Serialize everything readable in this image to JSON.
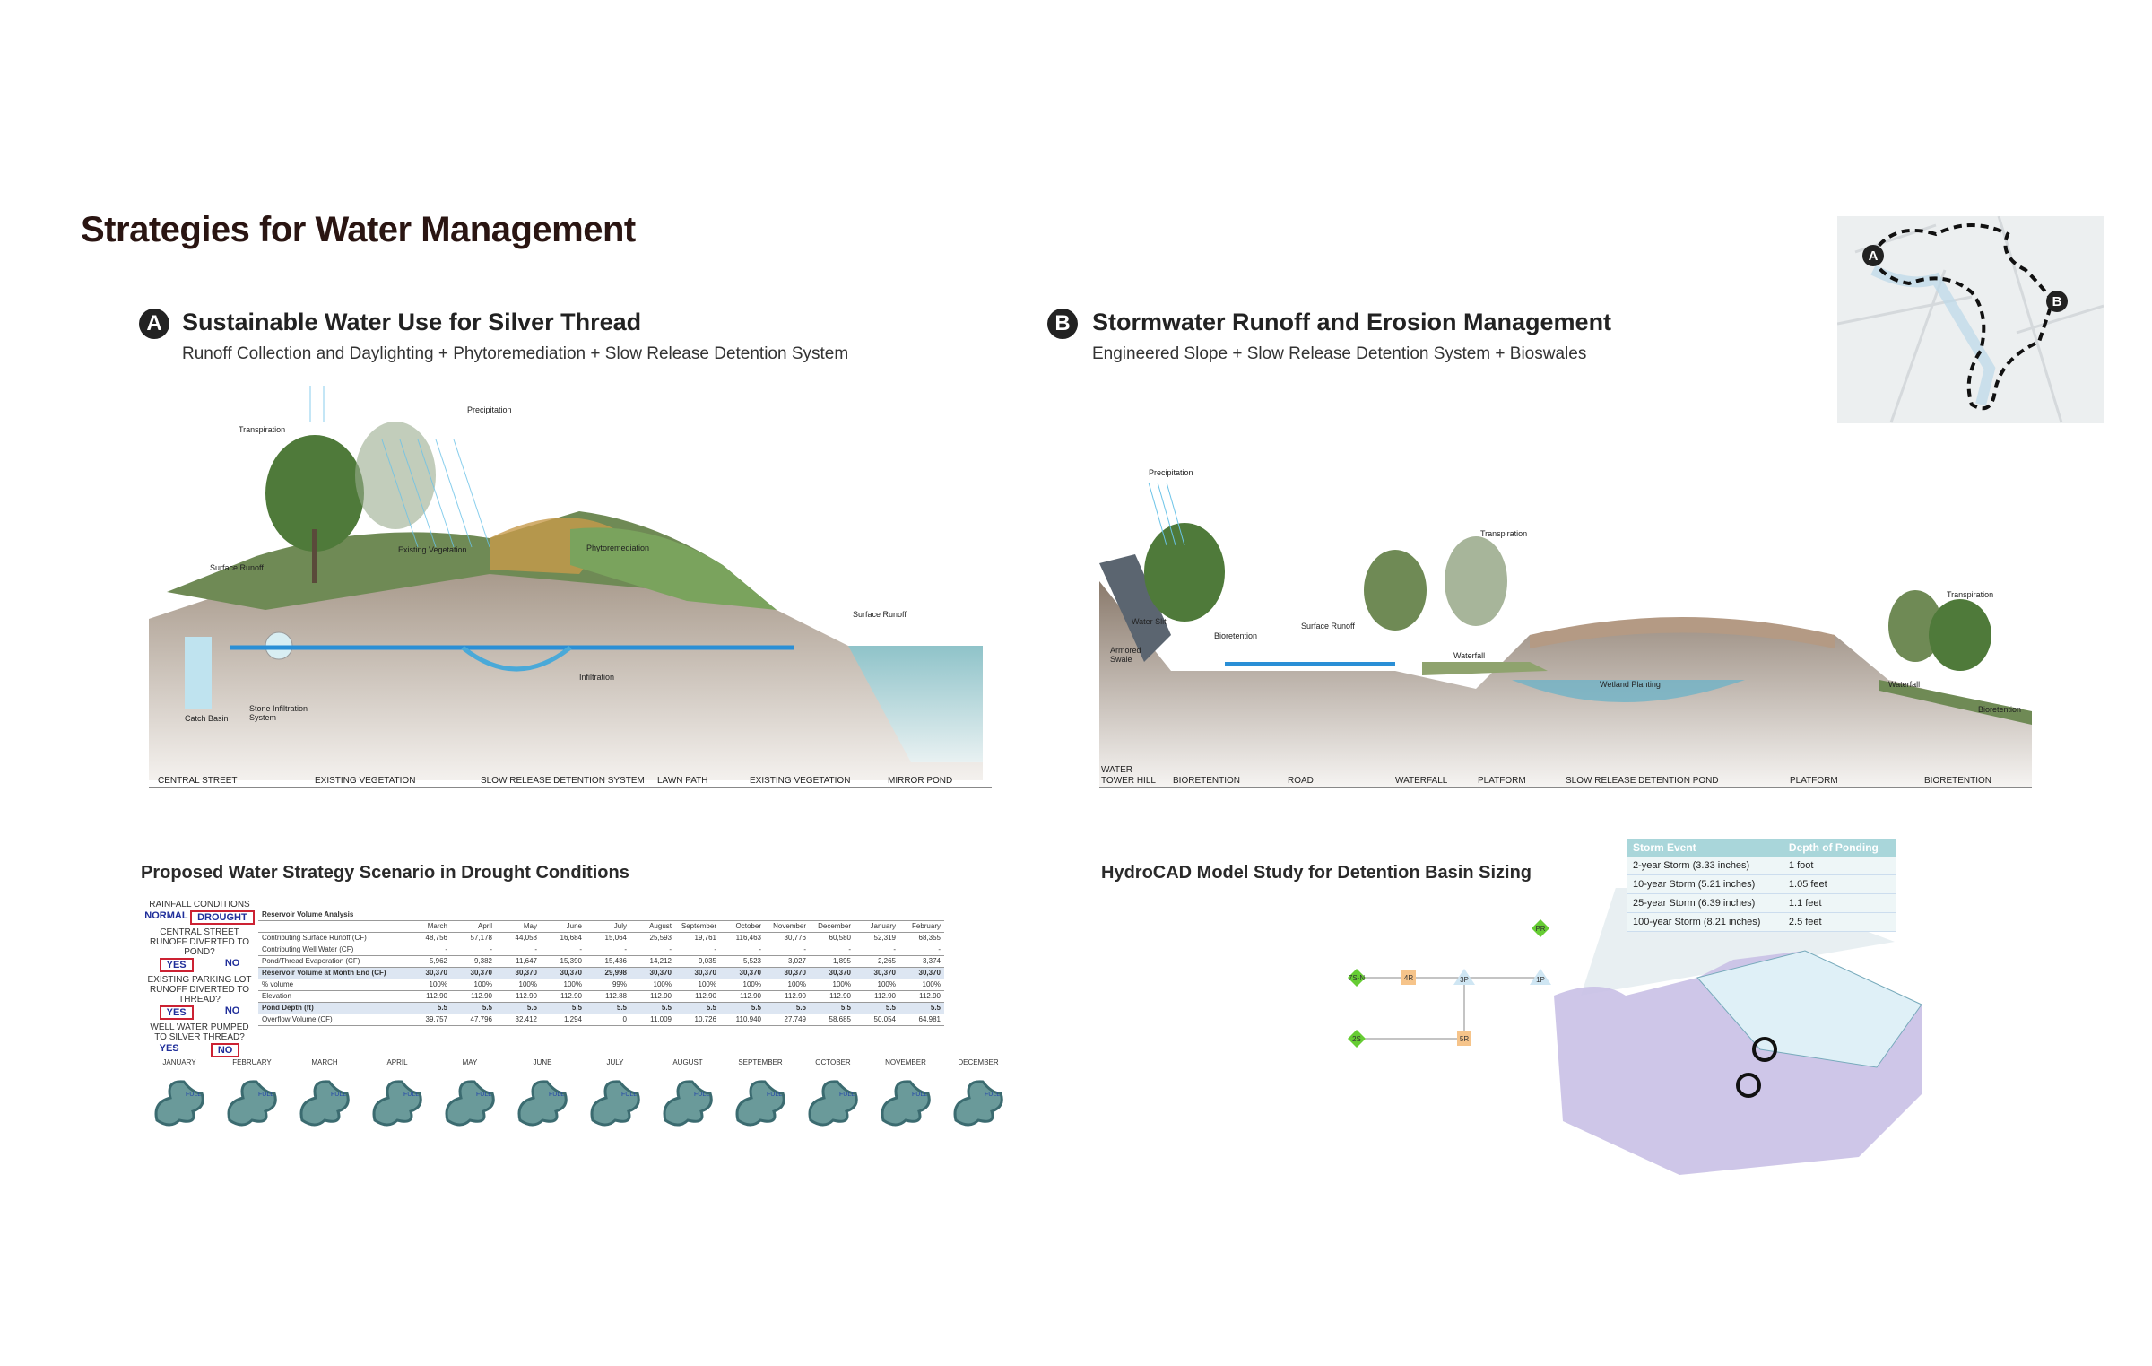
{
  "title": "Strategies for Water Management",
  "section_a": {
    "badge": "A",
    "heading": "Sustainable Water Use for Silver Thread",
    "subtitle": "Runoff Collection and Daylighting + Phytoremediation + Slow Release Detention System",
    "annotations": [
      "Transpiration",
      "Precipitation",
      "Existing Vegetation",
      "Phytoremediation",
      "Surface Runoff",
      "Surface Runoff",
      "Infiltration",
      "Catch Basin",
      "Stone Infiltration System"
    ],
    "section_labels": [
      "CENTRAL STREET",
      "EXISTING VEGETATION",
      "SLOW RELEASE DETENTION SYSTEM",
      "LAWN PATH",
      "EXISTING VEGETATION",
      "MIRROR POND"
    ]
  },
  "section_b": {
    "badge": "B",
    "heading": "Stormwater Runoff and Erosion Management",
    "subtitle": "Engineered Slope + Slow Release Detention System + Bioswales",
    "annotations": [
      "Precipitation",
      "Transpiration",
      "Transpiration",
      "Surface Runoff",
      "Bioretention",
      "Water Slit",
      "Armored Swale",
      "Waterfall",
      "Wetland Planting",
      "Waterfall",
      "Bioretention"
    ],
    "section_labels": [
      "WATER TOWER HILL",
      "BIORETENTION",
      "ROAD",
      "WATERFALL",
      "PLATFORM",
      "SLOW RELEASE DETENTION POND",
      "PLATFORM",
      "BIORETENTION"
    ]
  },
  "map": {
    "markers": [
      "A",
      "B"
    ]
  },
  "drought": {
    "heading": "Proposed Water Strategy Scenario in Drought Conditions",
    "questions": [
      {
        "q": "RAINFALL CONDITIONS",
        "a": "NORMAL",
        "b": "DROUGHT",
        "sel": "b"
      },
      {
        "q": "CENTRAL STREET RUNOFF DIVERTED TO POND?",
        "a": "YES",
        "b": "NO",
        "sel": "a"
      },
      {
        "q": "EXISTING PARKING LOT RUNOFF DIVERTED TO THREAD?",
        "a": "YES",
        "b": "NO",
        "sel": "a"
      },
      {
        "q": "WELL WATER PUMPED TO SILVER THREAD?",
        "a": "YES",
        "b": "NO",
        "sel": "b"
      }
    ],
    "table": {
      "title": "Reservoir Volume Analysis",
      "columns": [
        "March",
        "April",
        "May",
        "June",
        "July",
        "August",
        "September",
        "October",
        "November",
        "December",
        "January",
        "February"
      ],
      "rows": [
        {
          "label": "Contributing Surface Runoff (CF)",
          "values": [
            "48,756",
            "57,178",
            "44,058",
            "16,684",
            "15,064",
            "25,593",
            "19,761",
            "116,463",
            "30,776",
            "60,580",
            "52,319",
            "68,355"
          ]
        },
        {
          "label": "Contributing Well Water (CF)",
          "values": [
            "-",
            "-",
            "-",
            "-",
            "-",
            "-",
            "-",
            "-",
            "-",
            "-",
            "-",
            "-"
          ]
        },
        {
          "label": "Pond/Thread Evaporation (CF)",
          "values": [
            "5,962",
            "9,382",
            "11,647",
            "15,390",
            "15,436",
            "14,212",
            "9,035",
            "5,523",
            "3,027",
            "1,895",
            "2,265",
            "3,374"
          ]
        },
        {
          "label": "Reservoir Volume at Month End (CF)",
          "values": [
            "30,370",
            "30,370",
            "30,370",
            "30,370",
            "29,998",
            "30,370",
            "30,370",
            "30,370",
            "30,370",
            "30,370",
            "30,370",
            "30,370"
          ],
          "hl": true
        },
        {
          "label": "% volume",
          "values": [
            "100%",
            "100%",
            "100%",
            "100%",
            "99%",
            "100%",
            "100%",
            "100%",
            "100%",
            "100%",
            "100%",
            "100%"
          ]
        },
        {
          "label": "Elevation",
          "values": [
            "112.90",
            "112.90",
            "112.90",
            "112.90",
            "112.88",
            "112.90",
            "112.90",
            "112.90",
            "112.90",
            "112.90",
            "112.90",
            "112.90"
          ]
        },
        {
          "label": "Pond Depth (ft)",
          "values": [
            "5.5",
            "5.5",
            "5.5",
            "5.5",
            "5.5",
            "5.5",
            "5.5",
            "5.5",
            "5.5",
            "5.5",
            "5.5",
            "5.5"
          ],
          "hl": true
        },
        {
          "label": "Overflow Volume (CF)",
          "values": [
            "39,757",
            "47,796",
            "32,412",
            "1,294",
            "0",
            "11,009",
            "10,726",
            "110,940",
            "27,749",
            "58,685",
            "50,054",
            "64,981"
          ]
        }
      ]
    },
    "months": [
      "JANUARY",
      "FEBRUARY",
      "MARCH",
      "APRIL",
      "MAY",
      "JUNE",
      "JULY",
      "AUGUST",
      "SEPTEMBER",
      "OCTOBER",
      "NOVEMBER",
      "DECEMBER"
    ],
    "pond_label": "FULL"
  },
  "hydrocad": {
    "heading": "HydroCAD Model Study for Detention Basin Sizing",
    "storm_table": {
      "headers": [
        "Storm Event",
        "Depth of Ponding"
      ],
      "rows": [
        [
          "2-year Storm (3.33 inches)",
          "1 foot"
        ],
        [
          "10-year Storm (5.21 inches)",
          "1.05 feet"
        ],
        [
          "25-year Storm (6.39 inches)",
          "1.1 feet"
        ],
        [
          "100-year Storm (8.21 inches)",
          "2.5 feet"
        ]
      ]
    },
    "nodes": [
      "7S-N",
      "4R",
      "3P",
      "1P",
      "2S",
      "5R",
      "PR"
    ]
  },
  "colors": {
    "title": "#2a1512",
    "water": "#2a8fd6",
    "table_header": "#a9d6da",
    "select_box": "#cc2233"
  }
}
